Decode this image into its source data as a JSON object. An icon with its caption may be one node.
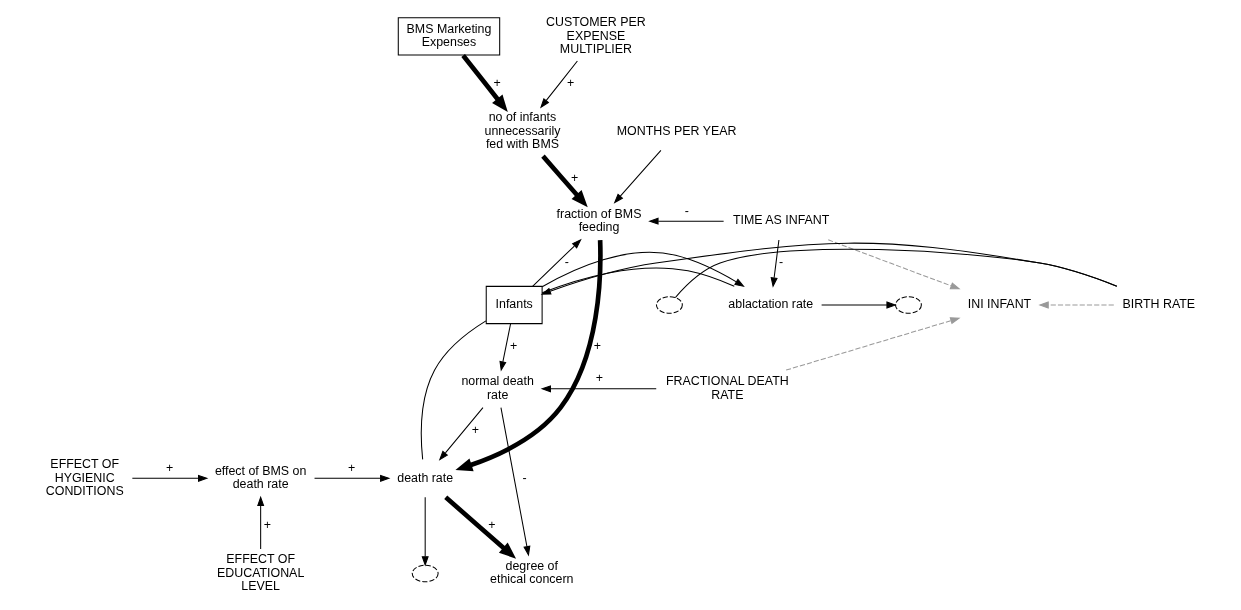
{
  "diagram": {
    "nodes": [
      {
        "text": [
          "BMS Marketing Expenses"
        ]
      },
      {
        "text": [
          "CUSTOMER PER EXPENSE MULTIPLIER"
        ]
      },
      {
        "text": [
          "no of infants unnecessarily fed with BMS"
        ]
      },
      {
        "text": [
          "MONTHS PER YEAR"
        ]
      },
      {
        "text": [
          "fraction of BMS feeding"
        ]
      },
      {
        "text": [
          "TIME AS INFANT"
        ]
      },
      {
        "text": [
          "INI INFANT"
        ]
      },
      {
        "text": [],
        "shape": "cloud"
      },
      {
        "text": [
          "BIRTH RATE"
        ]
      },
      {
        "text": [
          "Infants"
        ]
      },
      {
        "text": [
          "ablactation rate"
        ]
      },
      {
        "text": [],
        "shape": "cloud"
      },
      {
        "text": [
          "normal death rate"
        ]
      },
      {
        "text": [
          "FRACTIONAL DEATH RATE"
        ]
      },
      {
        "text": [
          "EFFECT OF HYGIENIC CONDITIONS"
        ]
      },
      {
        "text": [
          "EFFECT OF EDUCATIONAL LEVEL"
        ]
      },
      {
        "text": [
          "effect of BMS on death rate"
        ]
      },
      {
        "text": [
          "death rate"
        ]
      },
      {
        "text": [],
        "shape": "cloud"
      },
      {
        "text": [
          "degree of ethical concern"
        ]
      }
    ],
    "edges": [
      {
        "from": 0,
        "to": 2,
        "arrow": "to",
        "label": "+",
        "style": "thick"
      },
      {
        "from": 1,
        "to": 2,
        "arrow": "to",
        "label": "+"
      },
      {
        "from": 2,
        "to": 4,
        "arrow": "to",
        "label": "+",
        "style": "thick"
      },
      {
        "from": 3,
        "to": 4,
        "arrow": "to"
      },
      {
        "from": 5,
        "to": 4,
        "arrow": "to",
        "label": "-"
      },
      {
        "from": 9,
        "to": 4,
        "arrow": "to",
        "label": "-"
      },
      {
        "from": 5,
        "to": 6,
        "arrow": "to",
        "style": "dashed",
        "color": "#999999"
      },
      {
        "from": 8,
        "to": 6,
        "arrow": "to",
        "style": "dashed",
        "color": "#999999"
      },
      {
        "from": 13,
        "to": 6,
        "arrow": "to",
        "style": "dashed",
        "color": "#999999"
      },
      {
        "from": 7,
        "to": 8,
        "arrow": "none"
      },
      {
        "from": 8,
        "to": 9,
        "arrow": "to"
      },
      {
        "from": 9,
        "to": 10,
        "arrow": "none"
      },
      {
        "from": 10,
        "to": 11,
        "arrow": "to"
      },
      {
        "from": 9,
        "to": 10,
        "arrow": "to"
      },
      {
        "from": 5,
        "to": 10,
        "arrow": "to",
        "label": "-"
      },
      {
        "from": 9,
        "to": 12,
        "arrow": "to",
        "label": "+"
      },
      {
        "from": 13,
        "to": 12,
        "arrow": "to",
        "label": "+"
      },
      {
        "from": 14,
        "to": 16,
        "arrow": "to",
        "label": "+"
      },
      {
        "from": 15,
        "to": 16,
        "arrow": "to",
        "label": "+"
      },
      {
        "from": 16,
        "to": 17,
        "arrow": "to",
        "label": "+"
      },
      {
        "from": 4,
        "to": 17,
        "arrow": "to",
        "label": "+",
        "style": "thick"
      },
      {
        "from": 12,
        "to": 17,
        "arrow": "to",
        "label": "+"
      },
      {
        "from": 9,
        "to": 17,
        "arrow": "none"
      },
      {
        "from": 17,
        "to": 18,
        "arrow": "to"
      },
      {
        "from": 17,
        "to": 19,
        "arrow": "to",
        "label": "+",
        "style": "thick"
      },
      {
        "from": 12,
        "to": 19,
        "arrow": "to",
        "label": "-"
      }
    ]
  }
}
